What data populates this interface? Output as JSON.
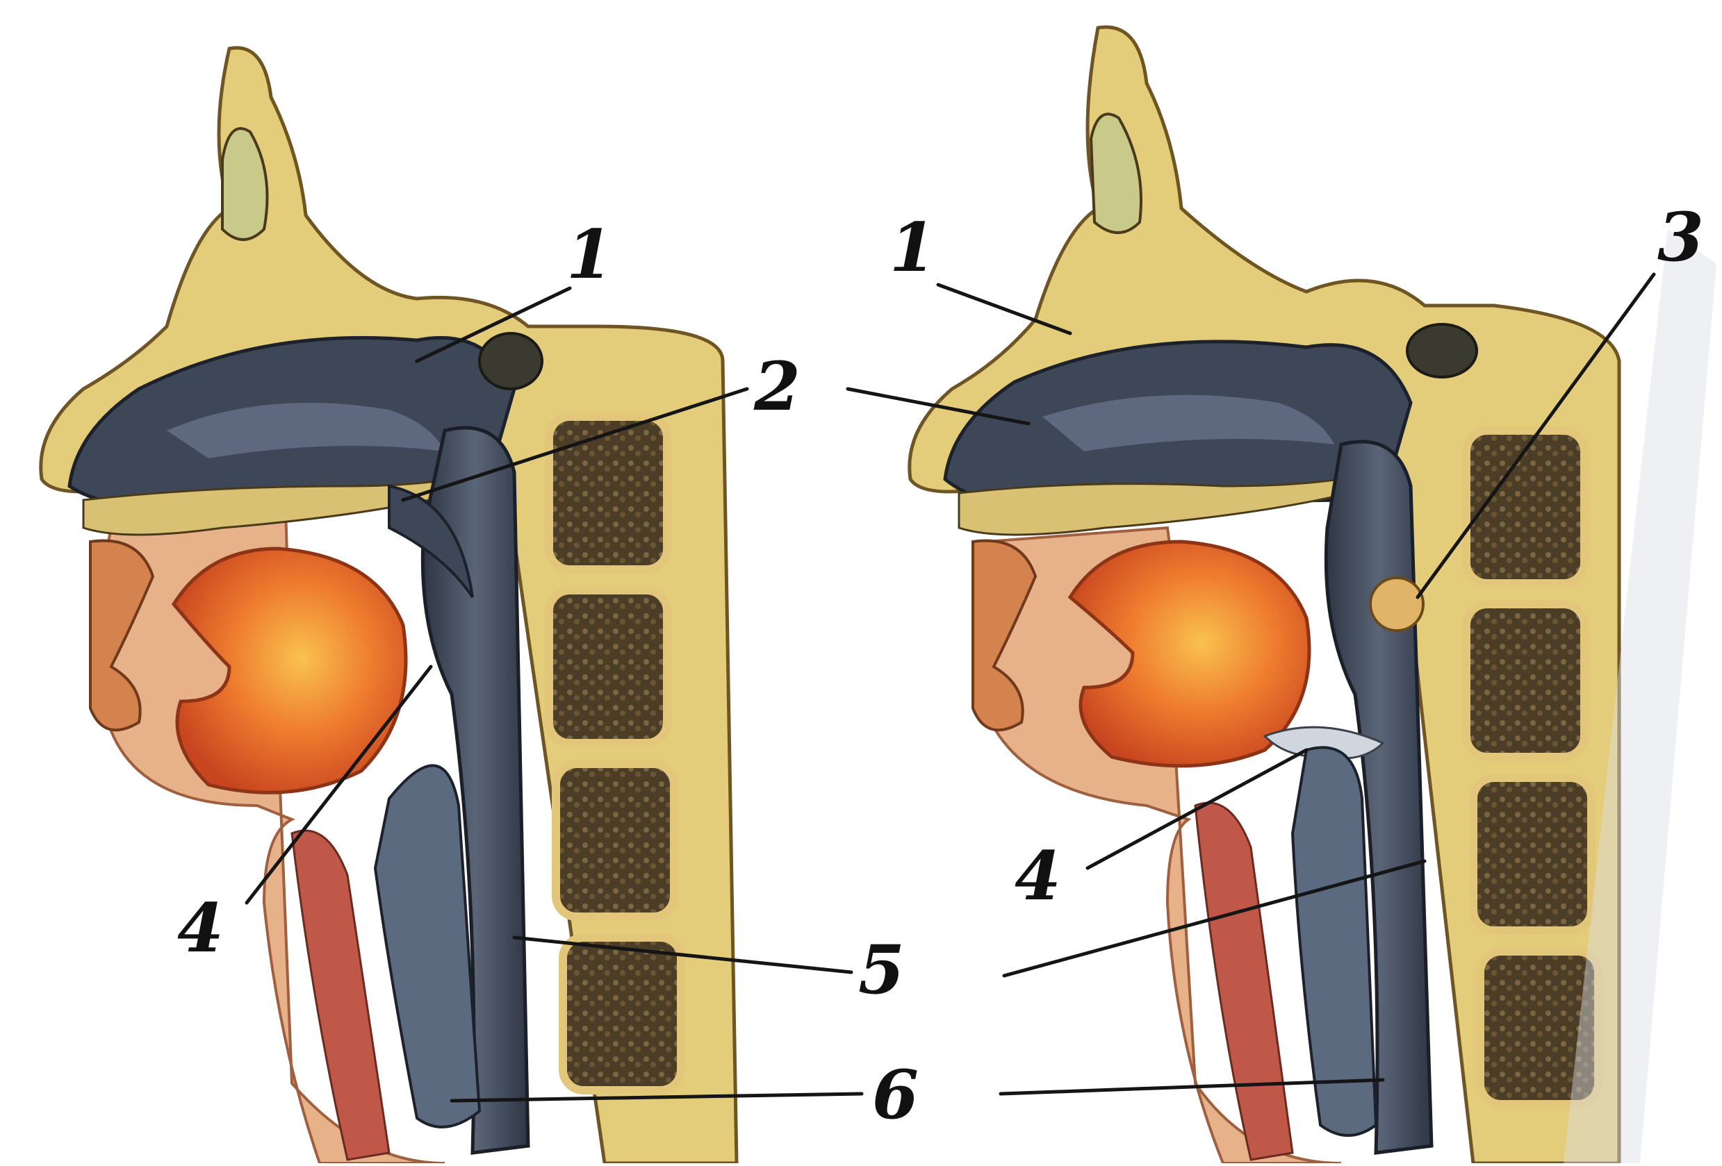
{
  "figure": {
    "left_panel": {
      "labels": {
        "l1": "1",
        "l2": "2",
        "l4": "4",
        "l5": "5",
        "l6": "6"
      }
    },
    "right_panel": {
      "labels": {
        "l1": "1",
        "l2": "2",
        "l3": "3",
        "l4": "4",
        "l5": "5",
        "l6": "6"
      }
    }
  },
  "colors": {
    "bone": "#e6cf7c",
    "bone_dark": "#8a6e32",
    "airway": "#3d4657",
    "airway_light": "#6e7a8c",
    "tongue": "#e8672c",
    "tongue_light": "#f7b04a",
    "skin": "#e8b88f",
    "muscle": "#c25a4a",
    "vertebra_fill": "#5a4a30"
  }
}
